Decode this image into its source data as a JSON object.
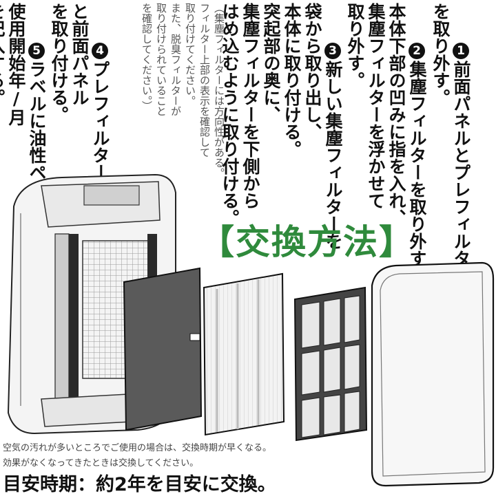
{
  "steps": [
    {
      "num": "1",
      "text": "前面パネルとプレフィルター\nを取り外す。"
    },
    {
      "num": "2",
      "text": "集塵フィルターを取り外す。\n本体下部の凹みに指を入れ、\n集塵フィルターを浮かせて\n取り外す。"
    },
    {
      "num": "3",
      "text": "新しい集塵フィルターを\n袋から取り出し、\n本体に取り付ける。\n突起部の奥に、\n集塵フィルターを下側から\nはめ込むように取り付ける。"
    },
    {
      "num": "4",
      "text": "プレフィルター\nと前面パネル\nを取り付ける。"
    },
    {
      "num": "5",
      "text": "ラベルに油性ペンで\n使用開始年/月\nを記入する。"
    }
  ],
  "caution": "（集塵フィルターには方向性がある。\nフィルター上部の表示を確認して\n取り付けてください。\nまた、脱臭フィルターが\n取り付けられていること\nを確認してください。）",
  "banner": "【交換方法】",
  "notes": [
    "空気の汚れが多いところでご使用の場合は、交換時期が早くなる。",
    "効果がなくなってきたときは交換してください。"
  ],
  "bottom_line": "目安時期：約2年を目安に交換。",
  "colors": {
    "banner": "#2f8a3c",
    "text": "#111111",
    "note": "#555555"
  }
}
